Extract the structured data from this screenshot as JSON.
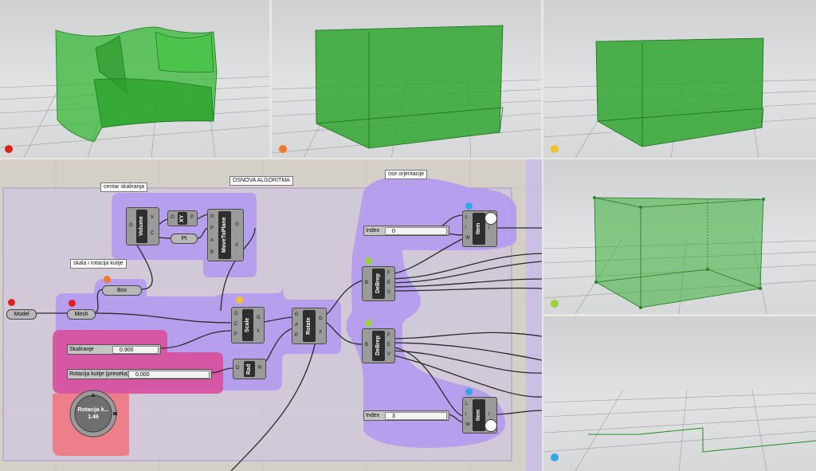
{
  "colors": {
    "red": "#e02020",
    "orange": "#f07a2a",
    "yellow": "#f2c12e",
    "lightgreen": "#9ad33a",
    "blue": "#2fa8e6",
    "box_green": "#2fa52f",
    "group_purple": "#b39af0",
    "group_pink": "#d84f9a",
    "group_salmon": "#ee7b86"
  },
  "viewports": [
    {
      "name": "viewport-sofa",
      "marker": "red"
    },
    {
      "name": "viewport-box-1",
      "marker": "orange"
    },
    {
      "name": "viewport-box-2",
      "marker": "yellow"
    },
    {
      "name": "viewport-box-vertices",
      "marker": "lightgreen"
    },
    {
      "name": "viewport-floor-lines",
      "marker": "blue"
    }
  ],
  "groups": {
    "centar": "centar skaliranja",
    "osnova": "OSNOVA ALGORITMA",
    "skala": "skala i rotacija kutije",
    "ose": "ose orjentacije"
  },
  "params": {
    "model": "Model",
    "mesh": "Mesh",
    "box": "Box",
    "pt": "Pt"
  },
  "components": {
    "volume": {
      "title": "Volume",
      "in": [
        "G"
      ],
      "out": [
        "V",
        "C"
      ]
    },
    "xy": {
      "title": "XY",
      "in": [
        "O"
      ],
      "out": [
        "P"
      ]
    },
    "move": {
      "title": "MoveToPlane",
      "in": [
        "G",
        "P",
        "A",
        "B"
      ],
      "out": [
        "G",
        "X"
      ]
    },
    "scale": {
      "title": "Scale",
      "in": [
        "G",
        "C",
        "F"
      ],
      "out": [
        "G",
        "X"
      ]
    },
    "rotate": {
      "title": "Rotate",
      "in": [
        "G",
        "A",
        "P"
      ],
      "out": [
        "G",
        "X"
      ]
    },
    "rad": {
      "title": "Rad",
      "in": [
        "D"
      ],
      "out": [
        "R"
      ]
    },
    "debrep1": {
      "title": "DeBrep",
      "in": [
        "B"
      ],
      "out": [
        "F",
        "E",
        "V"
      ]
    },
    "debrep2": {
      "title": "DeBrep",
      "in": [
        "B"
      ],
      "out": [
        "F",
        "E",
        "V"
      ]
    },
    "item1": {
      "title": "Item",
      "in": [
        "L",
        "i",
        "W"
      ],
      "out": [
        "i"
      ]
    },
    "item2": {
      "title": "Item",
      "in": [
        "L",
        "i",
        "W"
      ],
      "out": [
        "i"
      ]
    }
  },
  "sliders": {
    "index1": {
      "name": "Index",
      "value": "0"
    },
    "index2": {
      "name": "Index",
      "value": "3"
    },
    "skaliranje": {
      "name": "Skaliranje",
      "value": "0.900"
    },
    "rotacija": {
      "name": "Rotacija kutije (preseka)",
      "value": "0.000"
    }
  },
  "knob": {
    "name": "Rotacija k...",
    "value": "1.46"
  }
}
